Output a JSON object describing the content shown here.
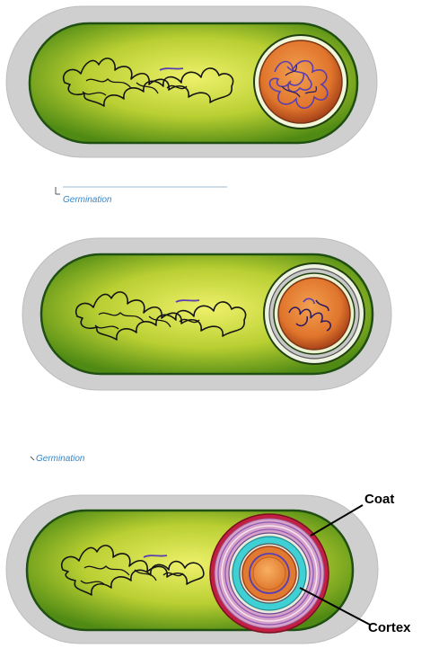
{
  "captions": {
    "first": "Germination",
    "second": "Germination"
  },
  "labels": {
    "coat": "Coat",
    "cortex": "Cortex"
  },
  "colors": {
    "outer_layer": "#cfcfcf",
    "cell_outline": "#1f4f12",
    "cytoplasm_center": "#eef06a",
    "cytoplasm_edge": "#4f8a14",
    "nucleoid_stroke": "#141414",
    "dna_accent": "#5a3fb0",
    "spore_core": "#e0752c",
    "spore_core_edge": "#a8431a",
    "coat_pink": "#d7a1c8",
    "cortex_cyan": "#3fd0d6",
    "coat_ring": "#b5294a",
    "caption_blue": "#3a86c8"
  }
}
